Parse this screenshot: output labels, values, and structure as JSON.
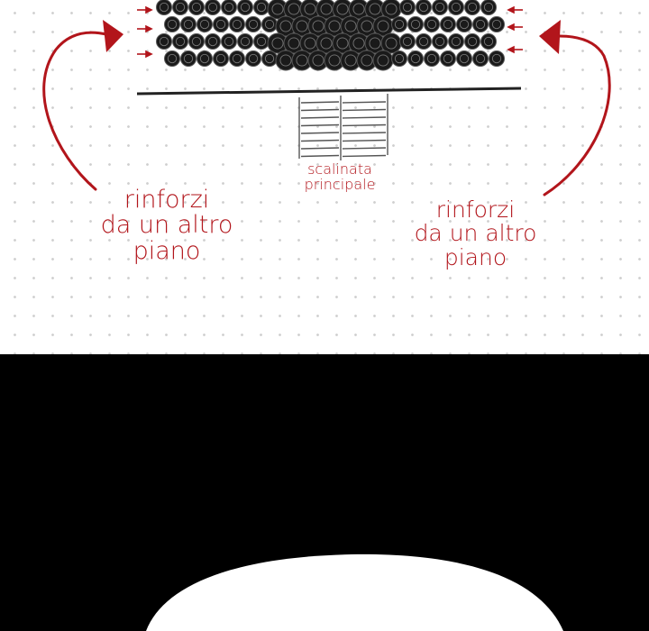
{
  "annotations": {
    "left_note": [
      "rinforzi",
      "da un altro",
      "piano"
    ],
    "right_note": [
      "rinforzi",
      "da un altro",
      "piano"
    ],
    "stair_label": [
      "scalinata",
      "principale"
    ]
  },
  "colors": {
    "annotation_red": "#b2151b",
    "ink": "#111111",
    "dot_grid": "#cfcfcf",
    "panel_black": "#000000",
    "panel_white": "#ffffff"
  }
}
